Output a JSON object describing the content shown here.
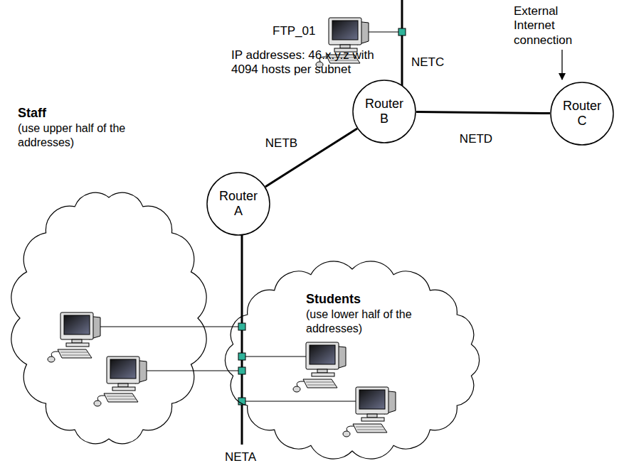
{
  "diagram": {
    "nodes": [
      {
        "text": [
          "Router B"
        ]
      },
      {
        "text": [
          "Router C"
        ]
      },
      {
        "text": [
          "Router A"
        ]
      },
      {
        "text": [
          "Staff",
          "(use upper half of the addresses)"
        ]
      },
      {
        "text": [
          "Students",
          "(use lower half of the addresses)"
        ]
      }
    ],
    "edges": [
      {
        "from": 2,
        "to": 0,
        "arrow": "none",
        "label": "NETB"
      },
      {
        "from": 0,
        "to": 1,
        "arrow": "none",
        "label": "NETD"
      }
    ],
    "labels": [
      "FTP_01",
      "NETC",
      "External Internet connection",
      "IP addresses: 46.x.y.z with 4094 hosts per subnet",
      "NETA"
    ]
  }
}
